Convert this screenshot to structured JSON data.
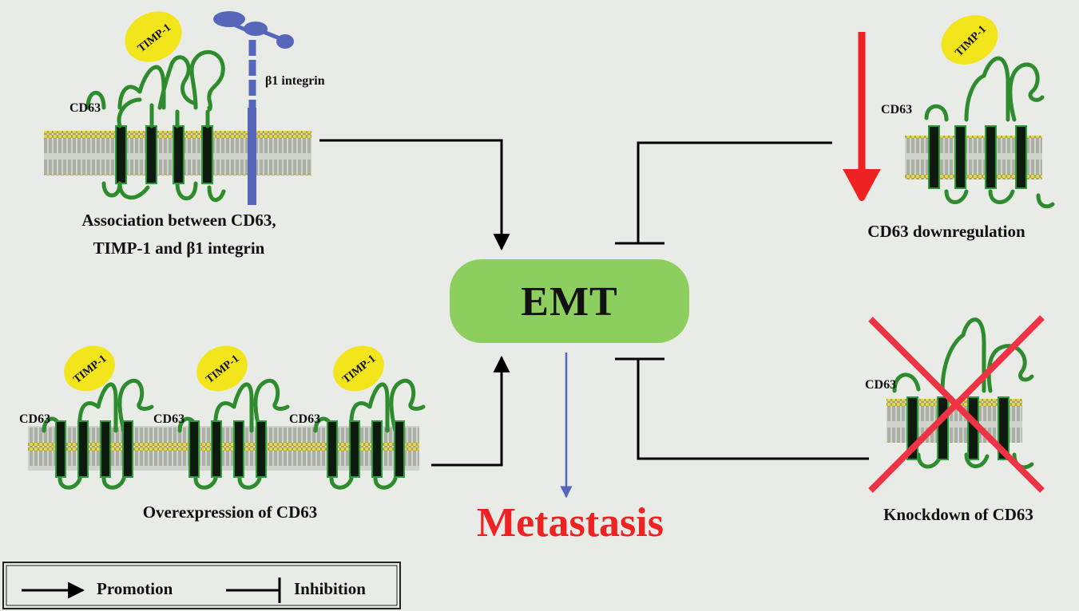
{
  "top_left": {
    "cd63_label": "CD63",
    "timp_label": "TIMP-1",
    "integrin_label": "β1 integrin",
    "caption_line1": "Association between CD63,",
    "caption_line2": "TIMP-1 and β1 integrin"
  },
  "bottom_left": {
    "cd63_label": "CD63",
    "timp_label": "TIMP-1",
    "caption": "Overexpression of CD63"
  },
  "top_right": {
    "cd63_label": "CD63",
    "timp_label": "TIMP-1",
    "caption": "CD63 downregulation"
  },
  "bottom_right": {
    "cd63_label": "CD63",
    "caption": "Knockdown of CD63"
  },
  "center": {
    "emt_label": "EMT",
    "metastasis_label": "Metastasis"
  },
  "legend": {
    "promotion_label": "Promotion",
    "inhibition_label": "Inhibition"
  },
  "colors": {
    "background": "#e9ebe7",
    "emt_box": "#8dcf5e",
    "metastasis_text": "#ee2222",
    "timp_ellipse": "#f2e51c",
    "cd63_loop": "#2e8b2e",
    "integrin": "#5566bb",
    "down_arrow": "#ee2222",
    "knockdown_cross": "#ee3344"
  },
  "icons": [
    "membrane-bilayer-icon",
    "cd63-protein-icon",
    "timp1-ellipse-icon",
    "beta1-integrin-icon",
    "down-arrow-icon",
    "red-cross-icon"
  ]
}
